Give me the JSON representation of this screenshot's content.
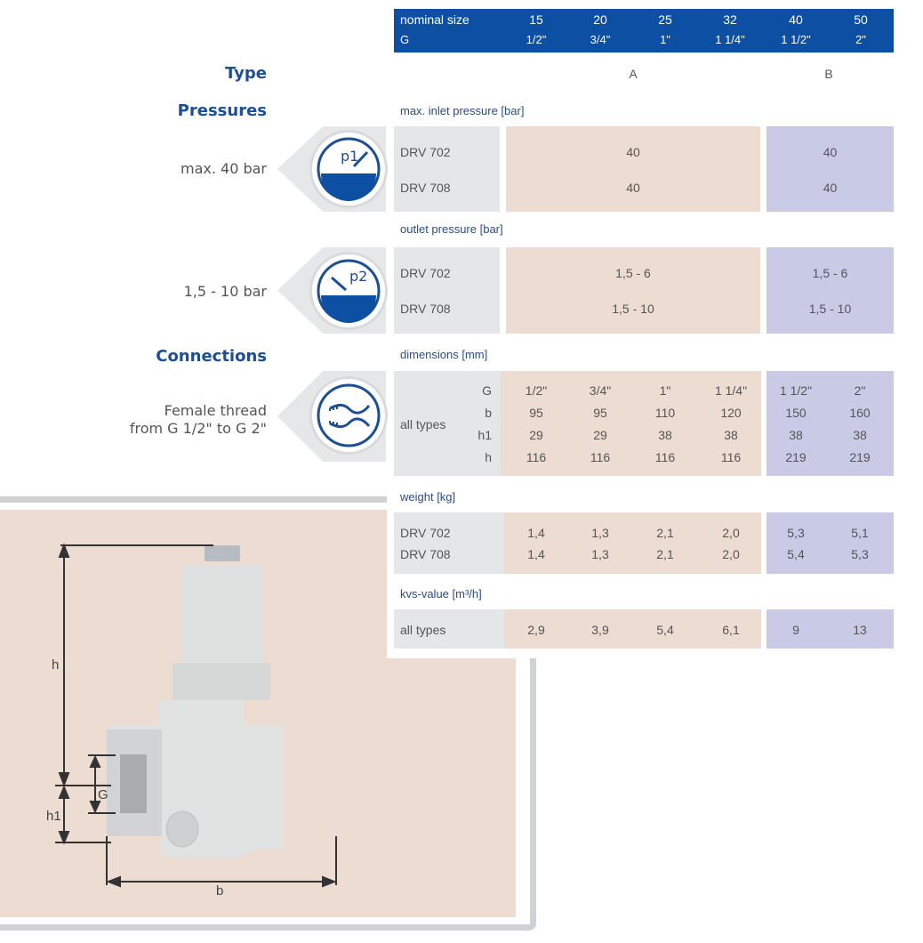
{
  "header": {
    "row1_label": "nominal size",
    "row2_label": "G",
    "sizes": [
      "15",
      "20",
      "25",
      "32",
      "40",
      "50"
    ],
    "threads": [
      "1/2\"",
      "3/4\"",
      "1\"",
      "1 1/4\"",
      "1 1/2\"",
      "2\""
    ]
  },
  "type": {
    "label": "Type",
    "a": "A",
    "b": "B"
  },
  "pressures": {
    "heading": "Pressures",
    "inlet_side": "max. 40 bar",
    "outlet_side": "1,5 - 10 bar",
    "inlet_caption": "max. inlet pressure [bar]",
    "outlet_caption": "outlet pressure [bar]",
    "inlet_icon_label": "p1",
    "outlet_icon_label": "p2",
    "inlet_rows": [
      {
        "model": "DRV 702",
        "a": "40",
        "b": "40"
      },
      {
        "model": "DRV 708",
        "a": "40",
        "b": "40"
      }
    ],
    "outlet_rows": [
      {
        "model": "DRV 702",
        "a": "1,5 - 6",
        "b": "1,5 - 6"
      },
      {
        "model": "DRV 708",
        "a": "1,5 - 10",
        "b": "1,5 - 10"
      }
    ]
  },
  "connections": {
    "heading": "Connections",
    "side_line1": "Female thread",
    "side_line2": "from G 1/2\" to G 2\""
  },
  "dimensions": {
    "caption": "dimensions [mm]",
    "group_label": "all types",
    "rows": [
      {
        "key": "G",
        "values": [
          "1/2\"",
          "3/4\"",
          "1\"",
          "1 1/4\"",
          "1 1/2\"",
          "2\""
        ]
      },
      {
        "key": "b",
        "values": [
          "95",
          "95",
          "110",
          "120",
          "150",
          "160"
        ]
      },
      {
        "key": "h1",
        "values": [
          "29",
          "29",
          "38",
          "38",
          "38",
          "38"
        ]
      },
      {
        "key": "h",
        "values": [
          "116",
          "116",
          "116",
          "116",
          "219",
          "219"
        ]
      }
    ]
  },
  "weight": {
    "caption": "weight [kg]",
    "rows": [
      {
        "model": "DRV 702",
        "values": [
          "1,4",
          "1,3",
          "2,1",
          "2,0",
          "5,3",
          "5,1"
        ]
      },
      {
        "model": "DRV 708",
        "values": [
          "1,4",
          "1,3",
          "2,1",
          "2,0",
          "5,4",
          "5,3"
        ]
      }
    ]
  },
  "kvs": {
    "caption": "kvs-value [m³/h]",
    "label": "all types",
    "values": [
      "2,9",
      "3,9",
      "5,4",
      "6,1",
      "9",
      "13"
    ]
  },
  "drawing": {
    "h": "h",
    "h1": "h1",
    "G": "G",
    "b": "b"
  },
  "colors": {
    "brand_blue": "#0d4fa3",
    "type_a": "#eddcd2",
    "type_b": "#c9cbe6",
    "label_gray": "#e5e6e8"
  }
}
